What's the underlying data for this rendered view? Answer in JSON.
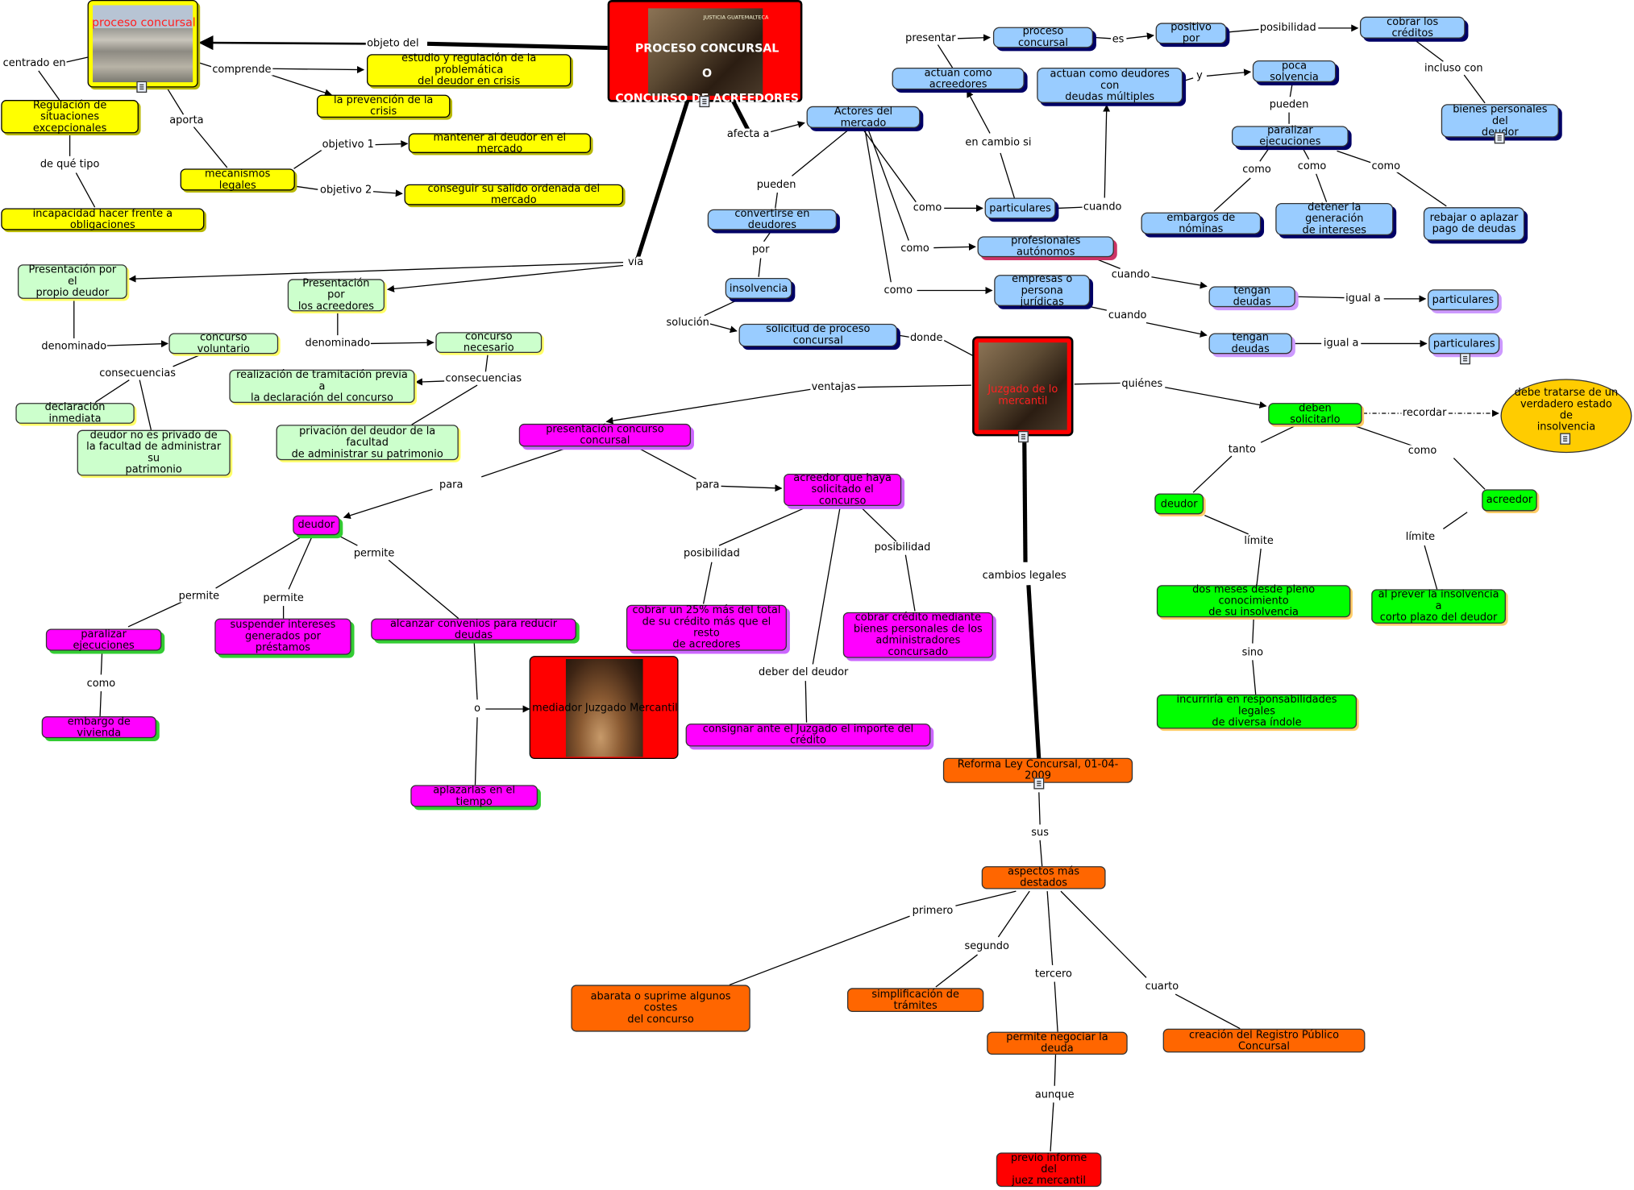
{
  "root": {
    "title_line1": "PROCESO CONCURSAL",
    "title_line2": "O",
    "title_line3": "CONCURSO DE ACREEDORES",
    "img_caption": "JUSTICIA GUATEMALTECA"
  },
  "proceso_concursal_img_label": "proceso concursal",
  "juzgado_img_label": "Juzgado de lo mercantil",
  "mediador_label": "mediador Juzgado Mercantil",
  "nodes": {
    "estudio": "estudio y regulación de la problemática\ndel deudor en crisis",
    "prevencion": "la prevención de la crisis",
    "regulacion": "Regulación de situaciones\nexcepcionales",
    "mecanismos": "mecanismos legales",
    "mantener": "mantener al deudor en el mercado",
    "conseguir": "conseguir su salido ordenada del mercado",
    "incapacidad": "incapacidad hacer frente a obligaciones",
    "pres_deudor": "Presentación por el\npropio deudor",
    "pres_acreedores": "Presentación por\nlos acreedores",
    "concurso_vol": "concurso voluntario",
    "concurso_nec": "concurso necesario",
    "declaracion": "declaración inmediata",
    "deudor_no_privado": "deudor no es privado de\nla facultad de administrar su\npatrimonio",
    "realizacion": "realización de tramitación previa a\nla declaración del concurso",
    "privacion": "privación del deudor de la facultad\nde administrar su patrimonio",
    "actores": "Actores del mercado",
    "convertirse": "convertirse en deudores",
    "insolvencia": "insolvencia",
    "solicitud": "solicitud de proceso concursal",
    "actuan_acreedores": "actuan como acreedores",
    "proceso_concursal": "proceso concursal",
    "positivo_por": "positivo por",
    "cobrar_creditos": "cobrar los créditos",
    "actuan_deudores": "actuan como deudores con\ndeudas múltiples",
    "poca_solvencia": "poca solvencia",
    "paralizar_ejec_blue": "paralizar ejecuciones",
    "bienes_personales": "bienes personales del\ndeudor",
    "particulares1": "particulares",
    "embargos_nominas": "embargos de nóminas",
    "detener": "detener la generación\nde intereses",
    "rebajar": "rebajar o aplazar\npago de deudas",
    "profesionales": "profesionales autónomos",
    "empresas": "empresas o\npersona jurídicas",
    "tengan_deudas1": "tengan deudas",
    "tengan_deudas2": "tengan deudas",
    "particulares2": "particulares",
    "particulares3": "particulares",
    "presentacion_cc": "presentación concurso concursal",
    "deudor_m": "deudor",
    "acreedor_haya": "acreedor que haya\nsolicitado el concurso",
    "paralizar_m": "paralizar ejecuciones",
    "suspender": "suspender intereses\ngenerados por préstamos",
    "alcanzar": "alcanzar convenios para reducir deudas",
    "embargo_vivienda": "embargo de vivienda",
    "aplazarlas": "aplazarlas en el tiempo",
    "cobrar25": "cobrar un 25% más del total\nde su crédito más que el resto\nde acredores",
    "cobrar_credito": "cobrar crédito mediante\nbienes personales de los\nadministradores concursado",
    "consignar": "consignar ante el Juzgado el importe del crédito",
    "deben_solicitarlo": "deben solicitarlo",
    "debe_tratarse": "debe tratarse de un\nverdadero estado de\ninsolvencia",
    "deudor_g": "deudor",
    "acreedor_g": "acreedor",
    "dos_meses": "dos meses desde pleno conocimiento\nde su insolvencia",
    "al_prever": "al prever la insolvencia a\ncorto plazo del deudor",
    "incurriria": "incurriría en responsabilidades legales\nde diversa índole",
    "reforma": "Reforma Ley Concursal, 01-04-2009",
    "aspectos": "aspectos más destados",
    "abarata": "abarata o suprime algunos costes\ndel concurso",
    "simplificacion": "simplificación de trámites",
    "permite_negociar": "permite negociar la deuda",
    "creacion": "creación del Registro Público Concursal",
    "previo": "previo informe del\njuez mercantil"
  },
  "links": {
    "objeto_del": "objeto del",
    "centrado_en": "centrado en",
    "comprende": "comprende",
    "aporta": "aporta",
    "de_que_tipo": "de qué tipo",
    "objetivo_1": "objetivo 1",
    "objetivo_2": "objetivo 2",
    "afecta_a": "afecta a",
    "via": "vía",
    "denominado1": "denominado",
    "denominado2": "denominado",
    "consecuencias1": "consecuencias",
    "consecuencias2": "consecuencias",
    "pueden1": "pueden",
    "por": "por",
    "solucion": "solución",
    "donde": "donde",
    "presentar": "presentar",
    "es": "es",
    "posibilidad1": "posibilidad",
    "incluso_con": "incluso con",
    "y": "y",
    "pueden2": "pueden",
    "en_cambio_si": "en cambio si",
    "como1": "como",
    "como2": "como",
    "como3": "como",
    "cuando1": "cuando",
    "cuando2": "cuando",
    "cuando3": "cuando",
    "como4": "como",
    "como5": "como",
    "como6": "como",
    "igual_a1": "igual a",
    "igual_a2": "igual a",
    "ventajas": "ventajas",
    "quienes": "quiénes",
    "recordar": "recordar",
    "para1": "para",
    "para2": "para",
    "permite1": "permite",
    "permite2": "permite",
    "permite3": "permite",
    "posibilidad2": "posibilidad",
    "posibilidad3": "posibilidad",
    "deber_del_deudor": "deber del deudor",
    "como7": "como",
    "o": "o",
    "tanto": "tanto",
    "como8": "como",
    "limite1": "límite",
    "limite2": "límite",
    "sino": "sino",
    "cambios_legales": "cambios legales",
    "sus": "sus",
    "primero": "primero",
    "segundo": "segundo",
    "tercero": "tercero",
    "cuarto": "cuarto",
    "aunque": "aunque"
  },
  "colors": {
    "yellow": "#ffff00",
    "light_green": "#ccffcc",
    "blue": "#99ccff",
    "magenta": "#ff00ff",
    "green": "#00ff00",
    "orange": "#ff6600",
    "red": "#ff0000",
    "gold": "#ffcc00"
  }
}
